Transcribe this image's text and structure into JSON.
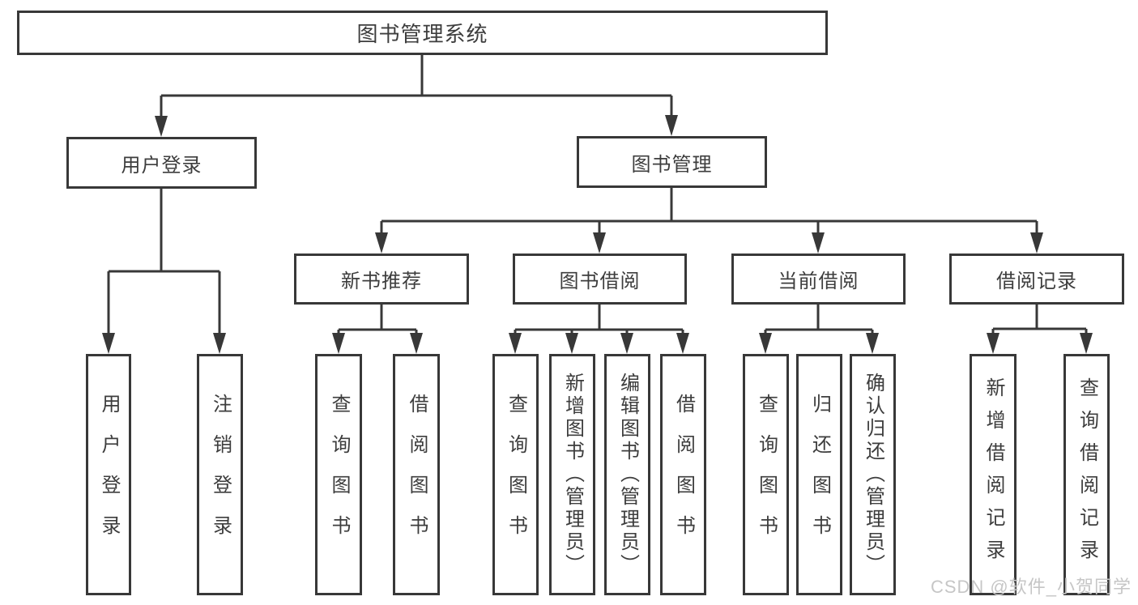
{
  "tree": {
    "label": "图书管理系统",
    "children": [
      {
        "label": "用户登录",
        "children": [
          {
            "label": "用户登录"
          },
          {
            "label": "注销登录"
          }
        ]
      },
      {
        "label": "图书管理",
        "children": [
          {
            "label": "新书推荐",
            "children": [
              {
                "label": "查询图书"
              },
              {
                "label": "借阅图书"
              }
            ]
          },
          {
            "label": "图书借阅",
            "children": [
              {
                "label": "查询图书"
              },
              {
                "label": "新增图书（管理员）"
              },
              {
                "label": "编辑图书（管理员）"
              },
              {
                "label": "借阅图书"
              }
            ]
          },
          {
            "label": "当前借阅",
            "children": [
              {
                "label": "查询图书"
              },
              {
                "label": "归还图书"
              },
              {
                "label": "确认归还（管理员）"
              }
            ]
          },
          {
            "label": "借阅记录",
            "children": [
              {
                "label": "新增借阅记录"
              },
              {
                "label": "查询借阅记录"
              }
            ]
          }
        ]
      }
    ]
  },
  "watermark": {
    "text": "CSDN @软件_小贺同学"
  },
  "colors": {
    "line": "#383838",
    "text": "#3d3d3d",
    "background": "#ffffff",
    "watermark": "#c6c6c6"
  }
}
